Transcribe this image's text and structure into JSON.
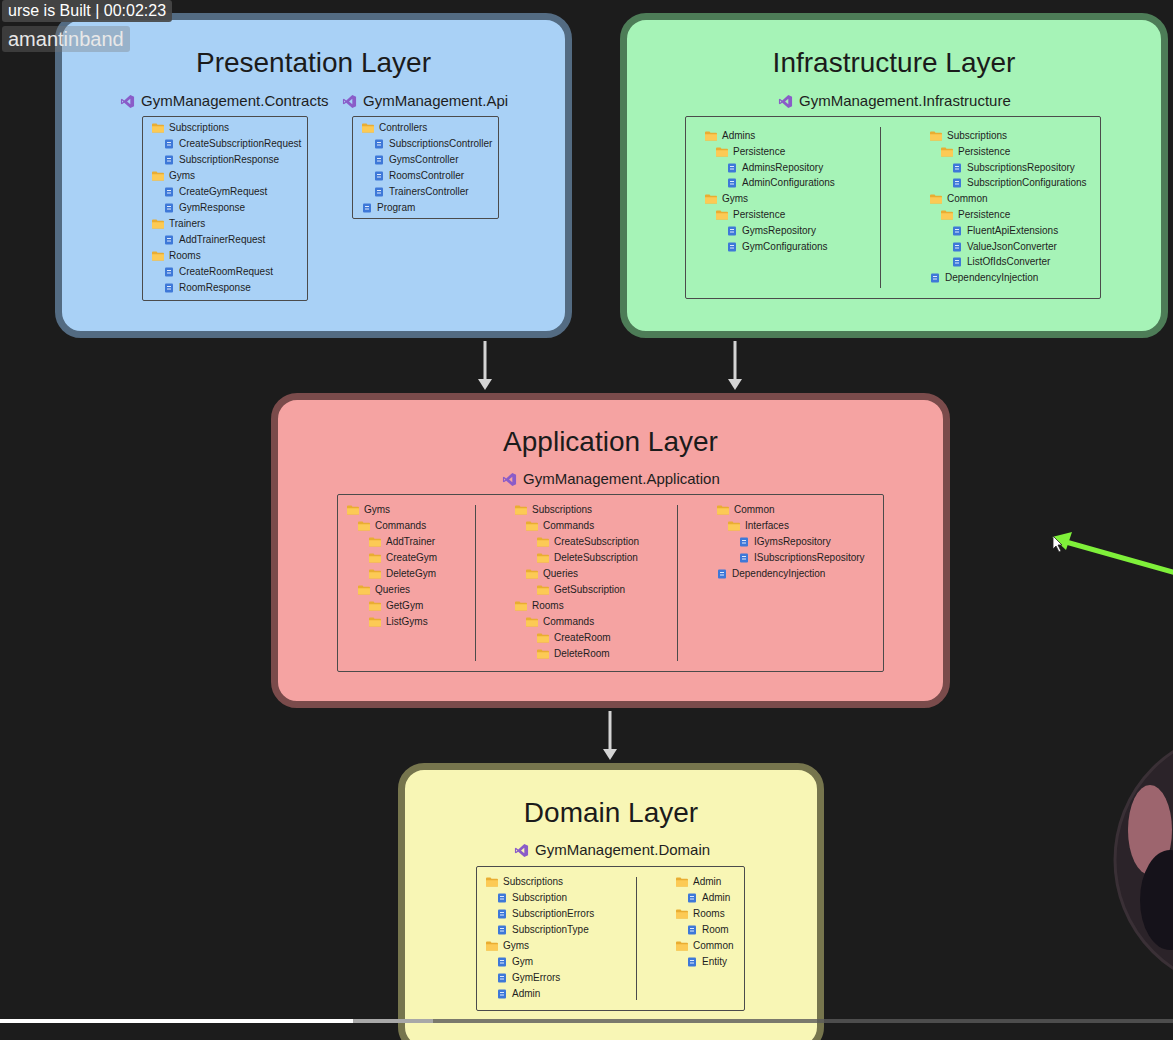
{
  "diagram": {
    "nodes": [
      {
        "text": [
          "Presentation Layer"
        ]
      },
      {
        "text": [
          "GymManagement.Contracts",
          "Subscriptions",
          "CreateSubscriptionRequest",
          "SubscriptionResponse",
          "Gyms",
          "CreateGymRequest",
          "GymResponse",
          "Trainers",
          "AddTrainerRequest",
          "Rooms",
          "CreateRoomRequest",
          "RoomResponse"
        ],
        "in": 0
      },
      {
        "text": [
          "GymManagement.Api",
          "Controllers",
          "SubscriptionsController",
          "GymsController",
          "RoomsController",
          "TrainersController",
          "Program"
        ],
        "in": 0
      },
      {
        "text": [
          "Infrastructure Layer"
        ]
      },
      {
        "text": [
          "GymManagement.Infrastructure",
          "Admins",
          "Persistence",
          "AdminsRepository",
          "AdminConfigurations",
          "Gyms",
          "Persistence",
          "GymsRepository",
          "GymConfigurations",
          "Subscriptions",
          "Persistence",
          "SubscriptionsRepository",
          "SubscriptionConfigurations",
          "Common",
          "Persistence",
          "FluentApiExtensions",
          "ValueJsonConverter",
          "ListOfIdsConverter",
          "DependencyInjection"
        ],
        "in": 3
      },
      {
        "text": [
          "Application Layer"
        ]
      },
      {
        "text": [
          "GymManagement.Application",
          "Gyms",
          "Commands",
          "AddTrainer",
          "CreateGym",
          "DeleteGym",
          "Queries",
          "GetGym",
          "ListGyms",
          "Subscriptions",
          "Commands",
          "CreateSubscription",
          "DeleteSubscription",
          "Queries",
          "GetSubscription",
          "Rooms",
          "Commands",
          "CreateRoom",
          "DeleteRoom",
          "Common",
          "Interfaces",
          "IGymsRepository",
          "ISubscriptionsRepository",
          "DependencyInjection"
        ],
        "in": 5
      },
      {
        "text": [
          "Domain Layer"
        ]
      },
      {
        "text": [
          "GymManagement.Domain",
          "Subscriptions",
          "Subscription",
          "SubscriptionErrors",
          "SubscriptionType",
          "Gyms",
          "Gym",
          "GymErrors",
          "Admin",
          "Admin",
          "Admin",
          "Rooms",
          "Room",
          "Common",
          "Entity"
        ],
        "in": 7
      }
    ],
    "edges": [
      {
        "from": 0,
        "to": 5,
        "arrow": "to"
      },
      {
        "from": 3,
        "to": 5,
        "arrow": "to"
      },
      {
        "from": 5,
        "to": 7,
        "arrow": "to"
      }
    ],
    "labels": [
      "urse is Built | 00:02:23",
      "amantinband"
    ]
  }
}
